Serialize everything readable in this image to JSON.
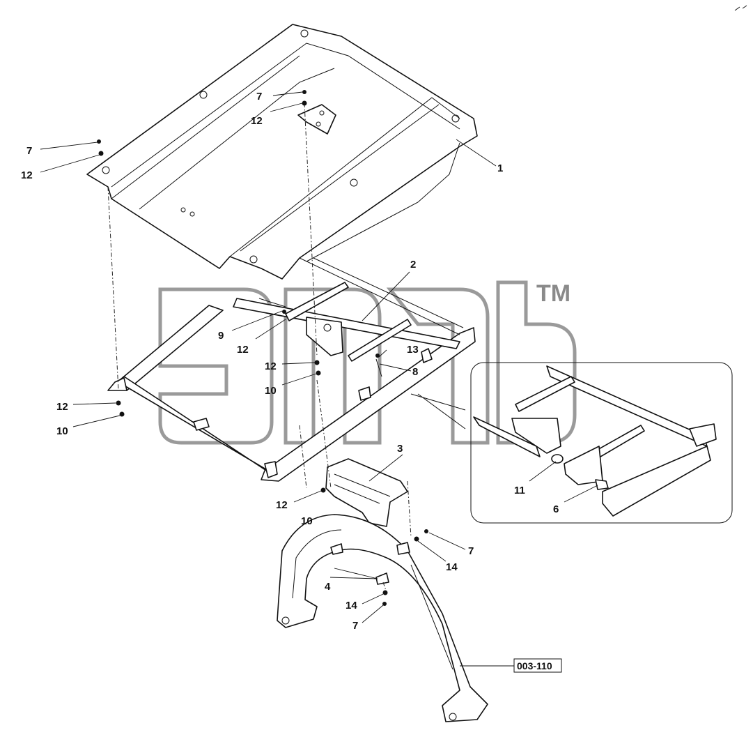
{
  "labels": {
    "l1": "1",
    "l2": "2",
    "l3": "3",
    "l4": "4",
    "l6": "6",
    "l7": "7",
    "l8": "8",
    "l9": "9",
    "l10": "10",
    "l11": "11",
    "l12": "12",
    "l13": "13",
    "l14": "14"
  },
  "reference": "003-110",
  "watermark": "TM",
  "colors": {
    "line": "#111111",
    "watermark": "#9a9a9a",
    "background": "#ffffff"
  }
}
